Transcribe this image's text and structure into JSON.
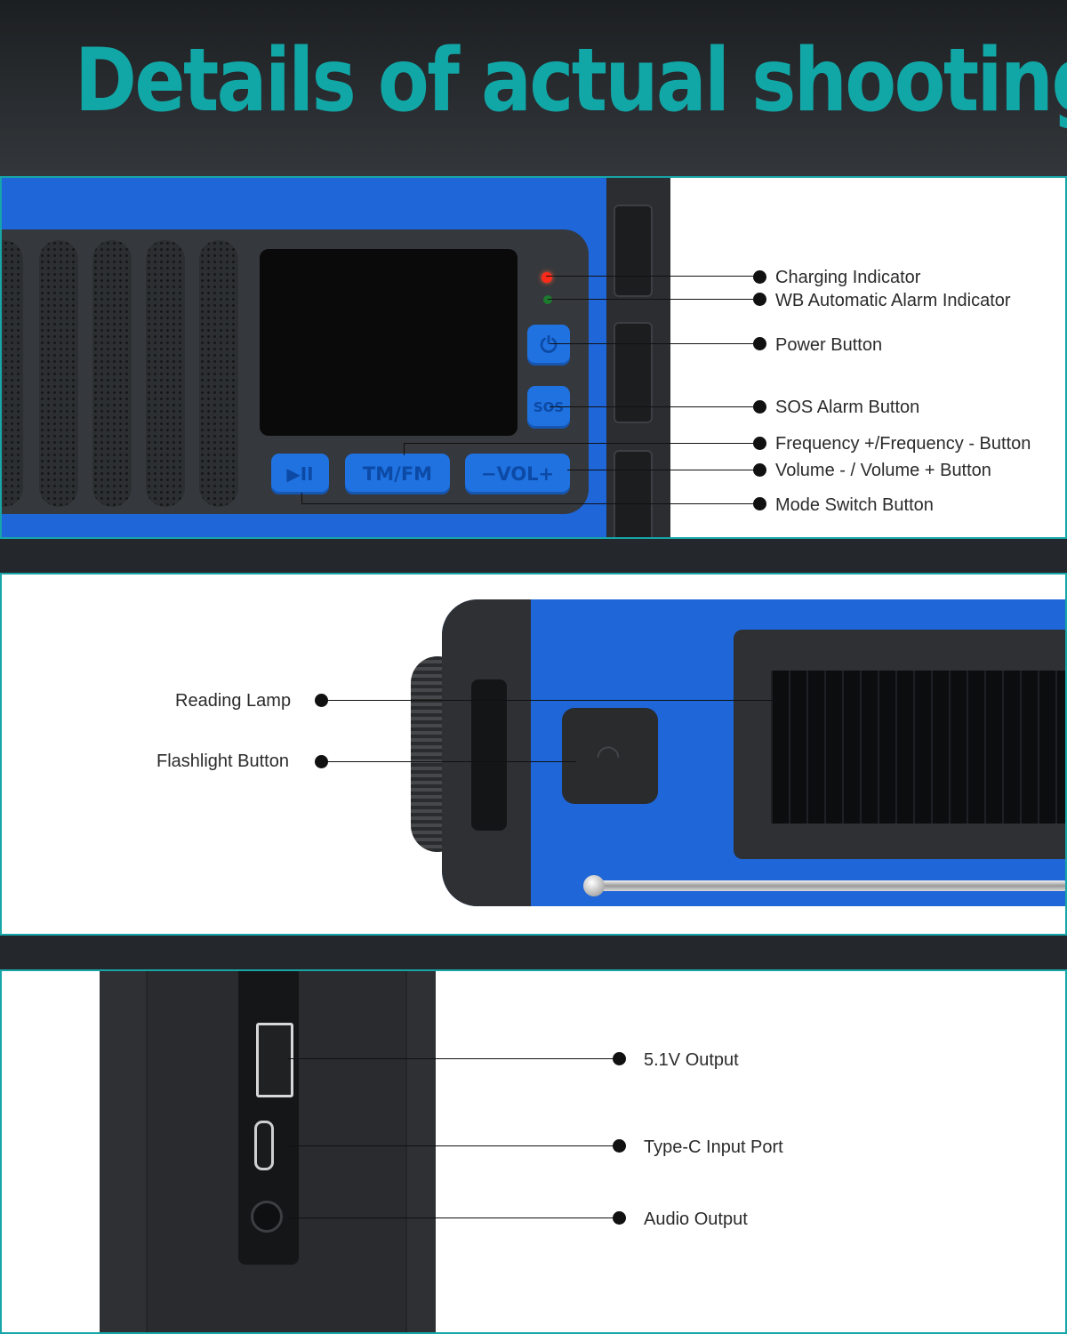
{
  "header": {
    "title": "Details of actual shooting"
  },
  "colors": {
    "accent": "#12a7a7",
    "device_blue": "#1f66d8",
    "panel_border": "#17a5a8"
  },
  "panel1": {
    "buttons": {
      "play_pause": "▶II",
      "tm_fm": "TM/FM",
      "vol": "−VOL+",
      "sos": "SOS"
    },
    "callouts": [
      "Charging Indicator",
      "WB Automatic Alarm Indicator",
      "Power Button",
      "SOS Alarm Button",
      "Frequency +/Frequency - Button",
      "Volume - / Volume + Button",
      "Mode Switch Button"
    ]
  },
  "panel2": {
    "callouts": [
      "Reading Lamp",
      "Flashlight Button"
    ]
  },
  "panel3": {
    "callouts": [
      "5.1V Output",
      "Type-C Input Port",
      "Audio Output"
    ]
  }
}
